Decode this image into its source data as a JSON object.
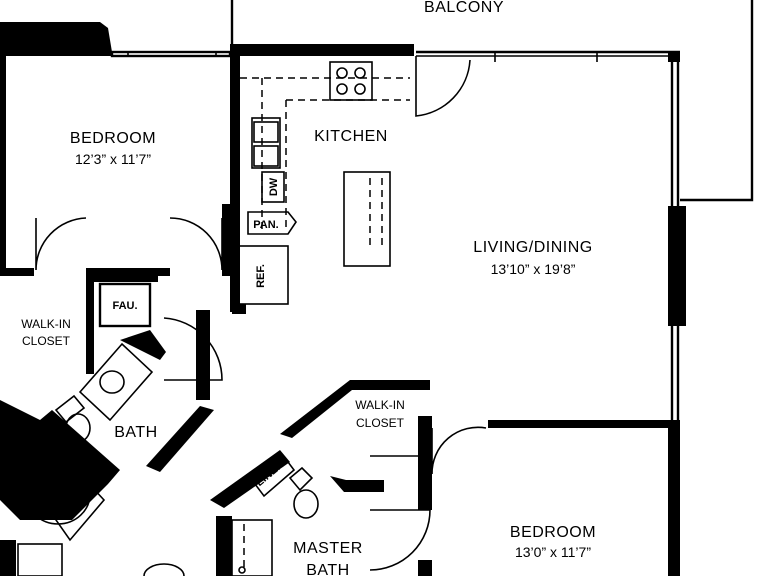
{
  "rooms": {
    "balcony": "BALCONY",
    "bedroom1": {
      "name": "BEDROOM",
      "size": "12’3” x 11’7”"
    },
    "kitchen": "KITCHEN",
    "living": {
      "name": "LIVING/DINING",
      "size": "13’10” x 19’8”"
    },
    "walkin1": {
      "line1": "WALK-IN",
      "line2": "CLOSET"
    },
    "bath": "BATH",
    "walkin2": {
      "line1": "WALK-IN",
      "line2": "CLOSET"
    },
    "bedroom2": {
      "name": "BEDROOM",
      "size": "13’0” x 11’7”"
    },
    "master_bath": {
      "line1": "MASTER",
      "line2": "BATH"
    }
  },
  "fixtures": {
    "dw": "DW",
    "pan": "PAN.",
    "ref": "REF.",
    "fau": "FAU.",
    "linen": "LINEN"
  }
}
